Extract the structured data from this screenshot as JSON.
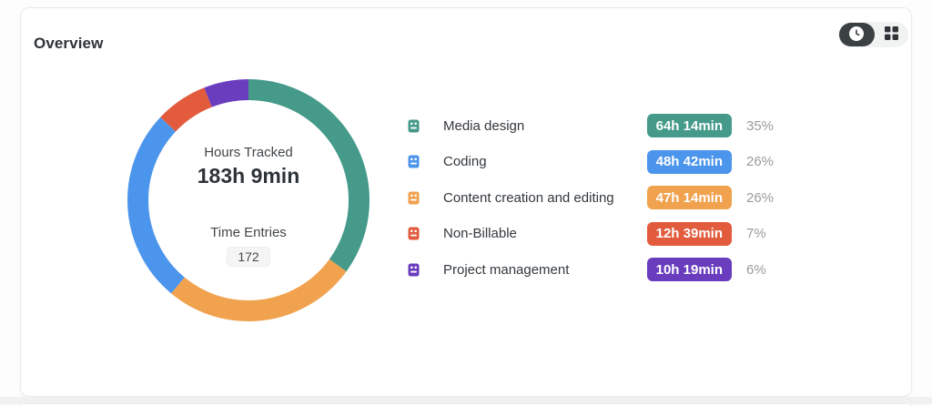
{
  "header": {
    "title": "Overview"
  },
  "view_toggle": {
    "selected": "time-view",
    "options": [
      {
        "id": "time-view",
        "icon": "clock-icon",
        "selected": true
      },
      {
        "id": "grid-view",
        "icon": "grid-icon",
        "selected": false
      }
    ]
  },
  "donut_center": {
    "hours_label": "Hours Tracked",
    "hours_value": "183h 9min",
    "entries_label": "Time Entries",
    "entries_value": "172"
  },
  "chart_data": {
    "type": "donut",
    "title": "Overview",
    "categories": [
      "Media design",
      "Coding",
      "Content creation and editing",
      "Non-Billable",
      "Project management"
    ],
    "values": [
      35,
      26,
      26,
      7,
      6
    ],
    "durations": [
      "64h 14min",
      "48h 42min",
      "47h 14min",
      "12h 39min",
      "10h 19min"
    ],
    "percent_labels": [
      "35%",
      "26%",
      "26%",
      "7%",
      "6%"
    ],
    "colors": [
      "#459A8A",
      "#4C95EC",
      "#F0A24E",
      "#E25B3D",
      "#6A3DBE"
    ],
    "center_total_hours": "183h 9min",
    "center_time_entries": "172",
    "segment_order": [
      0,
      2,
      1,
      3,
      4
    ],
    "direction": "clockwise",
    "start_angle_deg": 0,
    "ring_thickness_px": 23,
    "legend_position": "right"
  }
}
